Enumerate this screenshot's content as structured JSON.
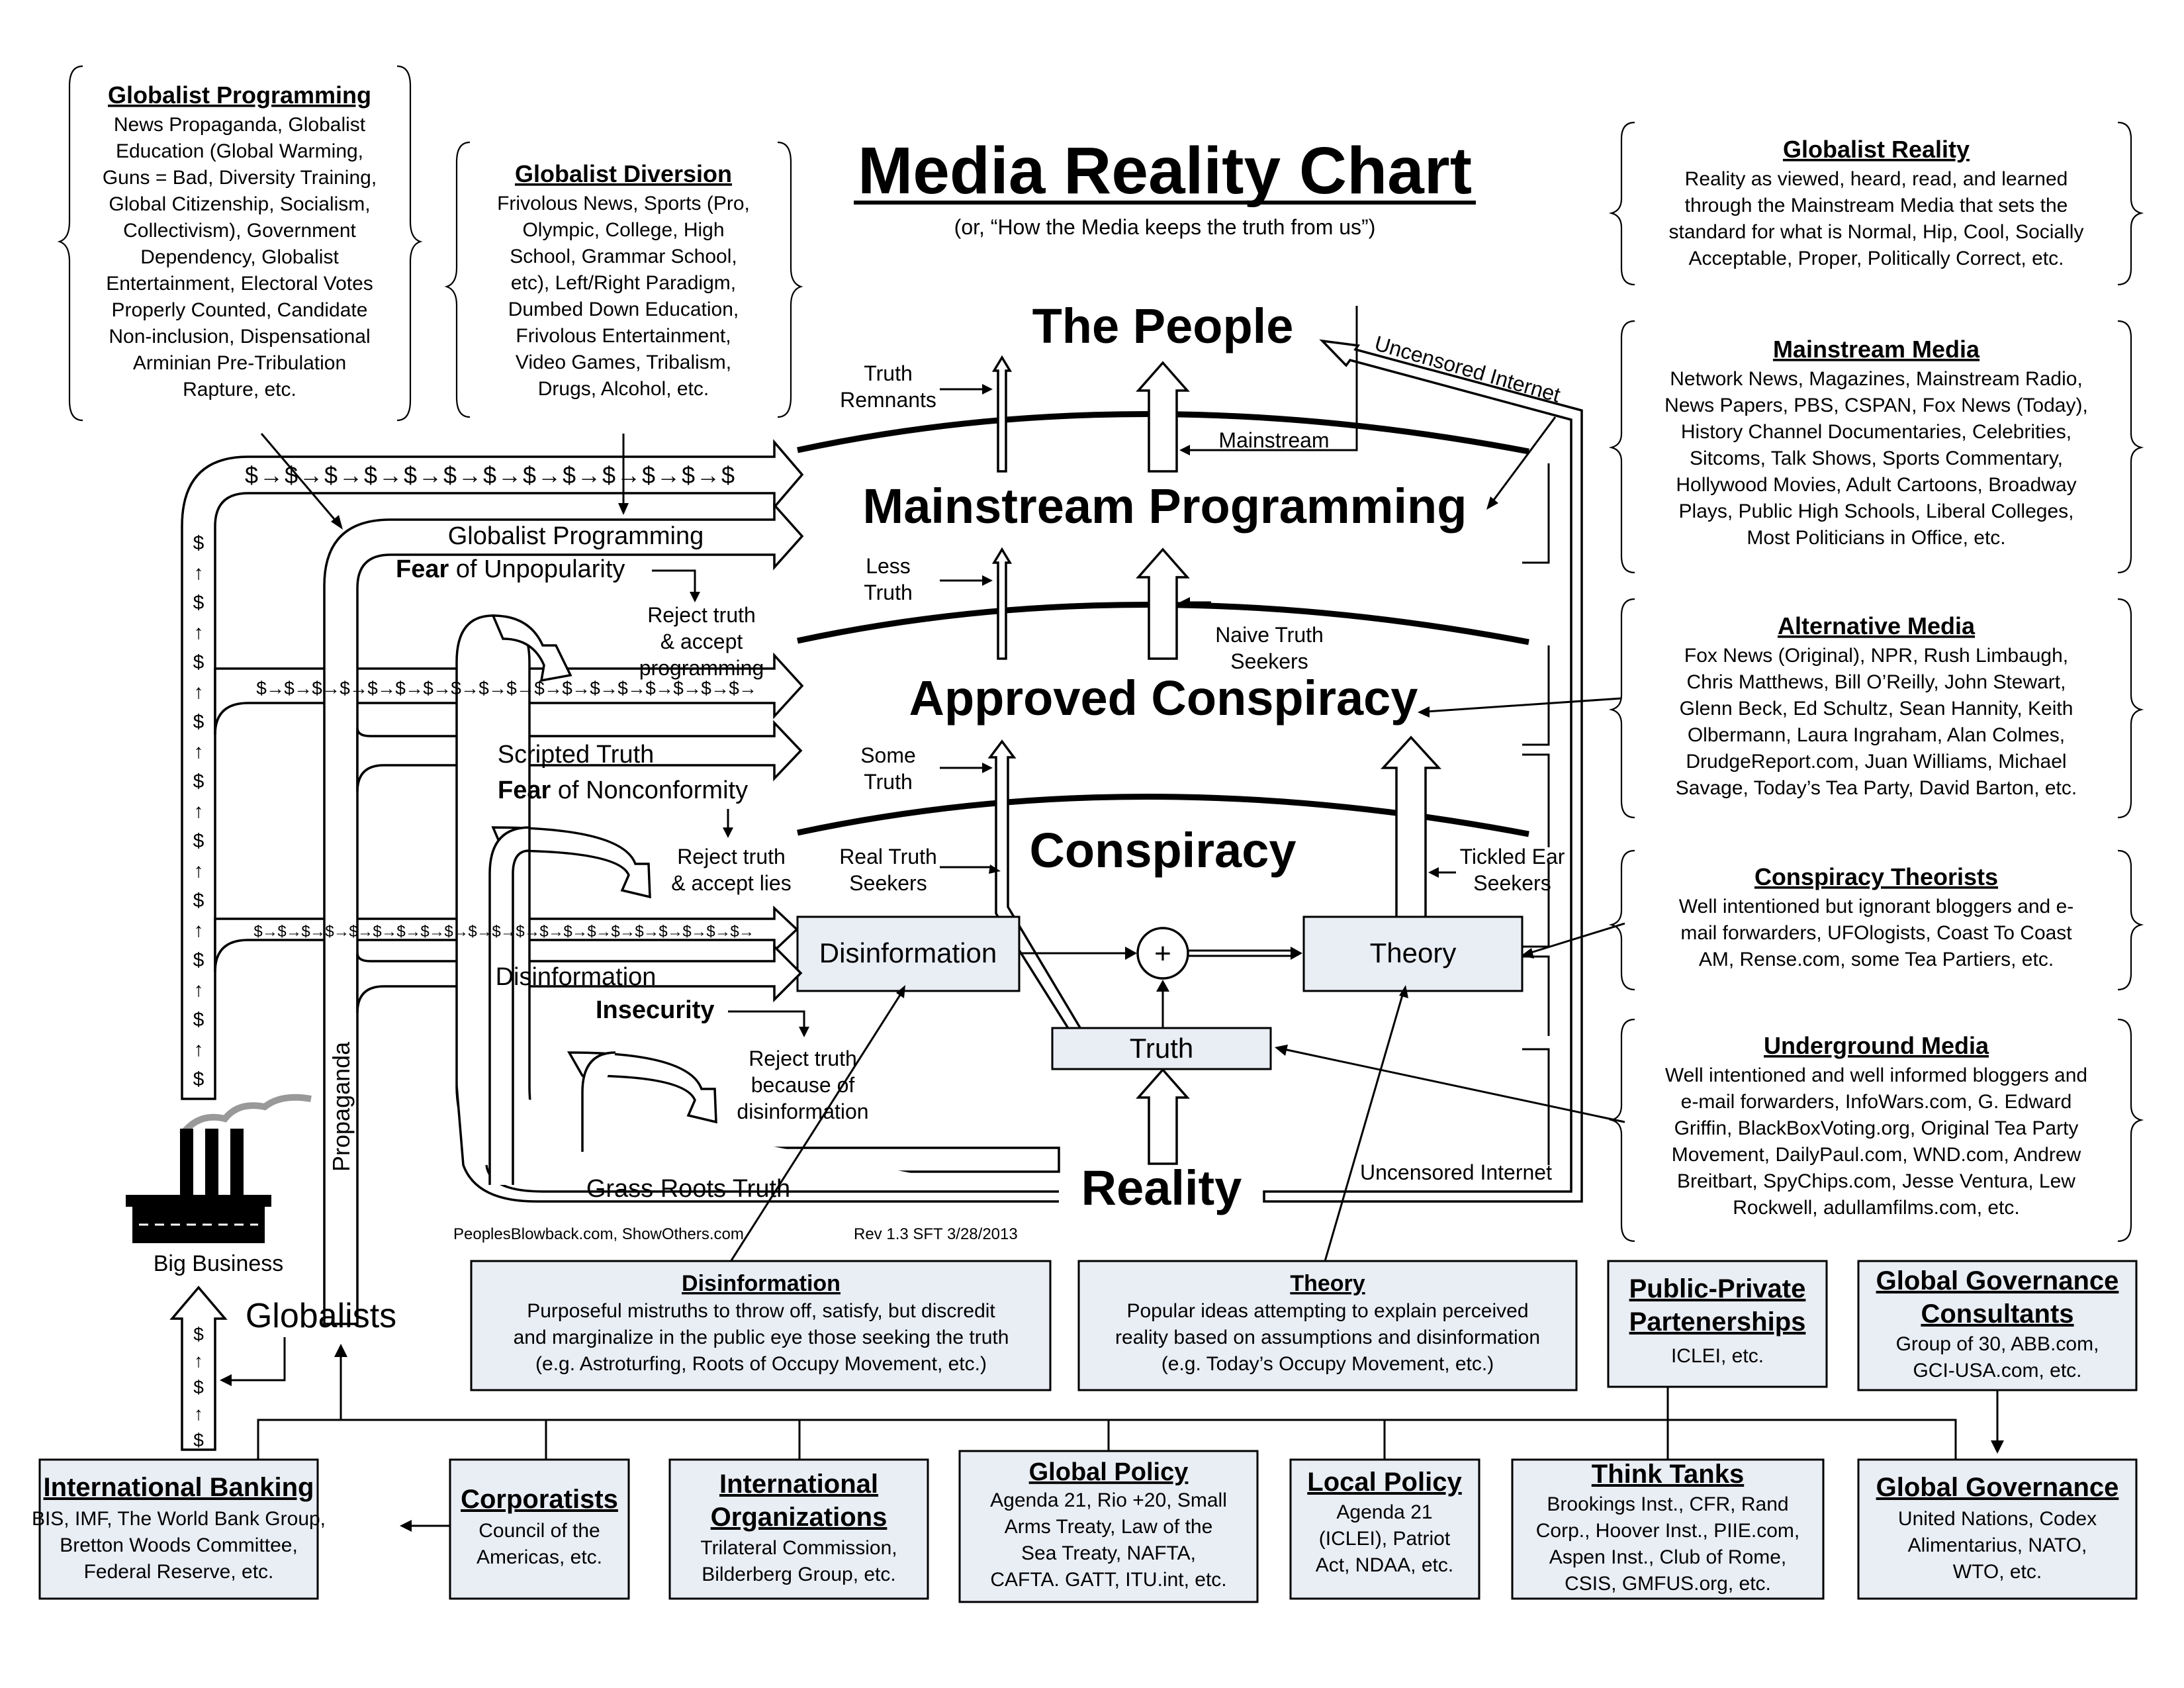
{
  "title": "Media Reality Chart",
  "subtitle": "(or, “How the Media keeps the truth from us”)",
  "layers": {
    "people": "The People",
    "mainstream_programming": "Mainstream Programming",
    "approved_conspiracy": "Approved Conspiracy",
    "conspiracy": "Conspiracy",
    "reality": "Reality"
  },
  "flow_labels": {
    "truth_remnants": [
      "Truth",
      "Remnants"
    ],
    "mainstream": "Mainstream",
    "uncensored_internet_top": "Uncensored Internet",
    "uncensored_internet_bottom": "Uncensored Internet",
    "less_truth": [
      "Less",
      "Truth"
    ],
    "naive_truth_seekers": [
      "Naive Truth",
      "Seekers"
    ],
    "some_truth": [
      "Some",
      "Truth"
    ],
    "real_truth_seekers": [
      "Real Truth",
      "Seekers"
    ],
    "tickled_ear_seekers": [
      "Tickled Ear",
      "Seekers"
    ],
    "globalist_programming": "Globalist Programming",
    "scripted_truth": "Scripted Truth",
    "disinformation": "Disinformation",
    "grass_roots_truth": "Grass Roots Truth",
    "fear_unpopularity": {
      "bold": "Fear",
      "rest": " of Unpopularity"
    },
    "fear_nonconformity": {
      "bold": "Fear",
      "rest": " of Nonconformity"
    },
    "insecurity": "Insecurity",
    "reject_accept_programming": [
      "Reject truth",
      "& accept",
      "programming"
    ],
    "reject_accept_lies": [
      "Reject truth",
      "& accept lies"
    ],
    "reject_disinformation": [
      "Reject truth",
      "because of",
      "disinformation"
    ],
    "propaganda": "Propaganda",
    "big_business": "Big Business",
    "globalists": "Globalists",
    "dollar": "$",
    "plus": "+"
  },
  "nodes": {
    "disinformation": "Disinformation",
    "theory": "Theory",
    "truth": "Truth"
  },
  "credits": {
    "sites": "PeoplesBlowback.com, ShowOthers.com",
    "revision": "Rev 1.3 SFT 3/28/2013"
  },
  "left_notes": [
    {
      "title": "Globalist Programming",
      "lines": [
        "News Propaganda, Globalist",
        "Education (Global Warming,",
        "Guns = Bad, Diversity Training,",
        "Global Citizenship, Socialism,",
        "Collectivism), Government",
        "Dependency, Globalist",
        "Entertainment, Electoral Votes",
        "Properly Counted, Candidate",
        "Non-inclusion, Dispensational",
        "Arminian Pre-Tribulation",
        "Rapture, etc."
      ]
    },
    {
      "title": "Globalist Diversion",
      "lines": [
        "Frivolous News, Sports (Pro,",
        "Olympic, College, High",
        "School, Grammar School,",
        "etc), Left/Right Paradigm,",
        "Dumbed Down Education,",
        "Frivolous Entertainment,",
        "Video Games, Tribalism,",
        "Drugs, Alcohol, etc."
      ]
    }
  ],
  "right_notes": [
    {
      "title": "Globalist Reality",
      "lines": [
        "Reality as viewed, heard, read, and learned",
        "through the Mainstream Media that sets the",
        "standard for what is Normal, Hip, Cool, Socially",
        "Acceptable, Proper, Politically Correct, etc."
      ]
    },
    {
      "title": "Mainstream Media",
      "lines": [
        "Network News, Magazines, Mainstream Radio,",
        "News Papers, PBS, CSPAN, Fox News (Today),",
        "History Channel Documentaries, Celebrities,",
        "Sitcoms, Talk Shows, Sports Commentary,",
        "Hollywood Movies, Adult Cartoons, Broadway",
        "Plays, Public High Schools, Liberal Colleges,",
        "Most Politicians in Office, etc."
      ]
    },
    {
      "title": "Alternative Media",
      "lines": [
        "Fox News (Original), NPR, Rush Limbaugh,",
        "Chris Matthews, Bill O’Reilly, John Stewart,",
        "Glenn Beck, Ed Schultz, Sean Hannity, Keith",
        "Olbermann, Laura Ingraham, Alan Colmes,",
        "DrudgeReport.com, Juan Williams, Michael",
        "Savage, Today’s Tea Party, David Barton, etc."
      ]
    },
    {
      "title": "Conspiracy Theorists",
      "lines": [
        "Well intentioned but ignorant bloggers and e-",
        "mail forwarders, UFOlogists, Coast To Coast",
        "AM, Rense.com, some Tea Partiers, etc."
      ]
    },
    {
      "title": "Underground Media",
      "lines": [
        "Well intentioned and well informed bloggers and",
        "e-mail forwarders, InfoWars.com, G. Edward",
        "Griffin, BlackBoxVoting.org, Original Tea Party",
        "Movement, DailyPaul.com, WND.com, Andrew",
        "Breitbart, SpyChips.com, Jesse Ventura, Lew",
        "Rockwell, adullamfilms.com, etc."
      ]
    }
  ],
  "definitions": [
    {
      "title": "Disinformation",
      "lines": [
        "Purposeful mistruths to throw off, satisfy, but discredit",
        "and marginalize in the public eye those seeking the truth",
        "(e.g. Astroturfing, Roots of Occupy Movement, etc.)"
      ]
    },
    {
      "title": "Theory",
      "lines": [
        "Popular ideas attempting to explain perceived",
        "reality based on assumptions and disinformation",
        "(e.g. Today’s Occupy Movement, etc.)"
      ]
    }
  ],
  "side_boxes": [
    {
      "title": [
        "Public-Private",
        "Partenerships"
      ],
      "lines": [
        "ICLEI, etc."
      ]
    },
    {
      "title": [
        "Global Governance",
        "Consultants"
      ],
      "lines": [
        "Group of 30, ABB.com,",
        "GCI-USA.com, etc."
      ]
    }
  ],
  "bottom_boxes": [
    {
      "title": [
        "International Banking"
      ],
      "lines": [
        "BIS, IMF, The World Bank Group,",
        "Bretton Woods Committee,",
        "Federal Reserve, etc."
      ]
    },
    {
      "title": [
        "Corporatists"
      ],
      "lines": [
        "Council of the",
        "Americas, etc."
      ]
    },
    {
      "title": [
        "International",
        "Organizations"
      ],
      "lines": [
        "Trilateral Commission,",
        "Bilderberg Group, etc."
      ]
    },
    {
      "title": [
        "Global Policy"
      ],
      "lines": [
        "Agenda 21, Rio +20, Small",
        "Arms Treaty, Law of the",
        "Sea Treaty, NAFTA,",
        "CAFTA. GATT, ITU.int, etc."
      ]
    },
    {
      "title": [
        "Local Policy"
      ],
      "lines": [
        "Agenda 21",
        "(ICLEI), Patriot",
        "Act, NDAA,  etc."
      ]
    },
    {
      "title": [
        "Think Tanks"
      ],
      "lines": [
        "Brookings Inst., CFR, Rand",
        "Corp., Hoover Inst., PIIE.com,",
        "Aspen Inst., Club of Rome,",
        "CSIS, GMFUS.org, etc."
      ]
    },
    {
      "title": [
        "Global Governance"
      ],
      "lines": [
        "United Nations, Codex",
        "Alimentarius, NATO,",
        "WTO, etc."
      ]
    }
  ]
}
